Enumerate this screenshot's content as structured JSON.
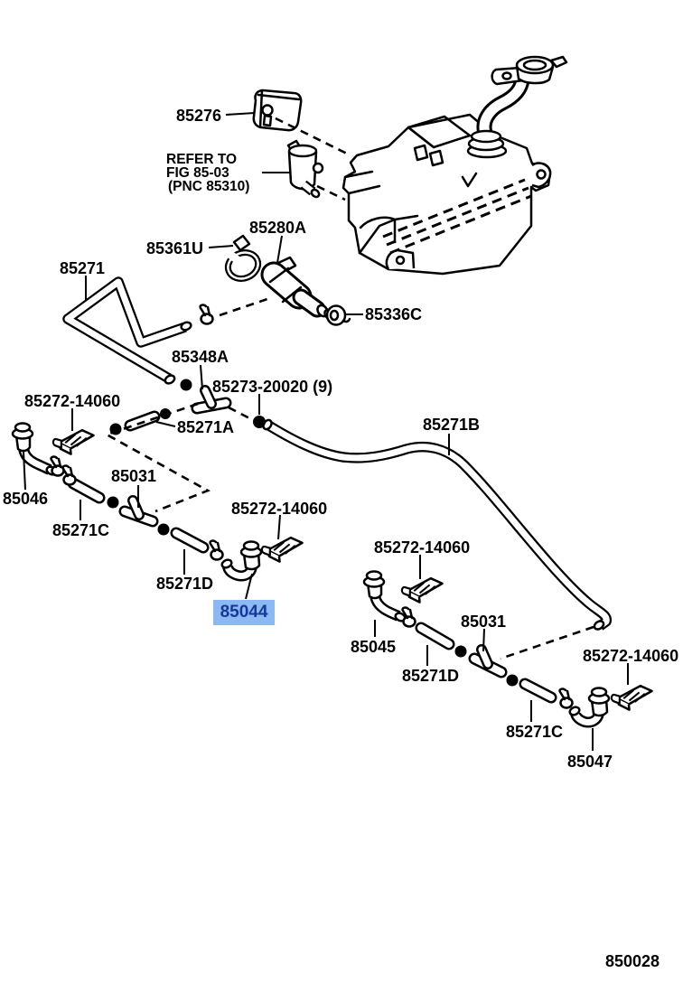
{
  "figure": {
    "code": "850028"
  },
  "note": {
    "line1": "REFER TO",
    "line2": "FIG 85-03",
    "line3": "(PNC 85310)"
  },
  "highlight": {
    "part": "85044",
    "background": "#8cb9f1",
    "text_color": "#17379c"
  },
  "colors": {
    "line": "#000000",
    "paper": "#ffffff"
  },
  "labels": {
    "p85276": "85276",
    "p85280A": "85280A",
    "p85361U": "85361U",
    "p85271": "85271",
    "p85336C": "85336C",
    "p85348A": "85348A",
    "p85273": "85273-20020 (9)",
    "clamp_left": "85272-14060",
    "p85271A": "85271A",
    "p85271B": "85271B",
    "p85046": "85046",
    "p85031_left": "85031",
    "p85271C_left": "85271C",
    "clamp_mid": "85272-14060",
    "p85271D_left": "85271D",
    "p85044": "85044",
    "clamp_right": "85272-14060",
    "p85045": "85045",
    "p85031_right": "85031",
    "p85271D_right": "85271D",
    "clamp_far_right": "85272-14060",
    "p85271C_right": "85271C",
    "p85047": "85047"
  }
}
